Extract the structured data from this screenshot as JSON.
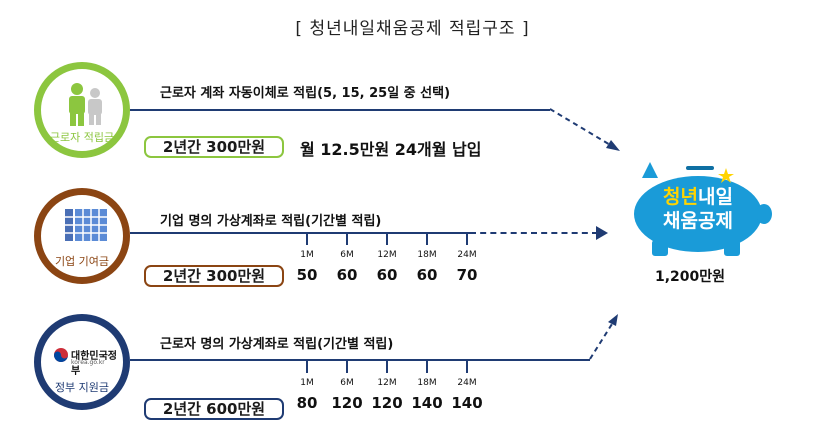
{
  "title": "[ 청년내일채움공제  적립구조 ]",
  "rows": [
    {
      "circle_label": "근로자 적립금",
      "description": "근로자 계좌 자동이체로 적립(5, 15, 25일 중 선택)",
      "pill": "2년간 300만원",
      "detail": "월 12.5만원 24개월 납입"
    },
    {
      "circle_label": "기업 기여금",
      "description": "기업 명의 가상계좌로 적립(기간별 적립)",
      "pill": "2년간 300만원",
      "ticks": [
        "1M",
        "6M",
        "12M",
        "18M",
        "24M"
      ],
      "values": [
        "50",
        "60",
        "60",
        "60",
        "70"
      ]
    },
    {
      "circle_label": "정부 지원금",
      "logo_text": "대한민국정부",
      "logo_subtext": "korea.go.kr",
      "description": "근로자 명의 가상계좌로 적립(기간별 적립)",
      "pill": "2년간  600만원",
      "ticks": [
        "1M",
        "6M",
        "12M",
        "18M",
        "24M"
      ],
      "values": [
        "80",
        "120",
        "120",
        "140",
        "140"
      ]
    }
  ],
  "piggy": {
    "line1_part1": "청년",
    "line1_part2": "내일",
    "line2": "채움공제"
  },
  "total": "1,200만원",
  "colors": {
    "green": "#8cc63f",
    "brown": "#8b4513",
    "navy": "#1f3b73",
    "pig": "#1a9bd8",
    "accent": "#ffd400"
  }
}
